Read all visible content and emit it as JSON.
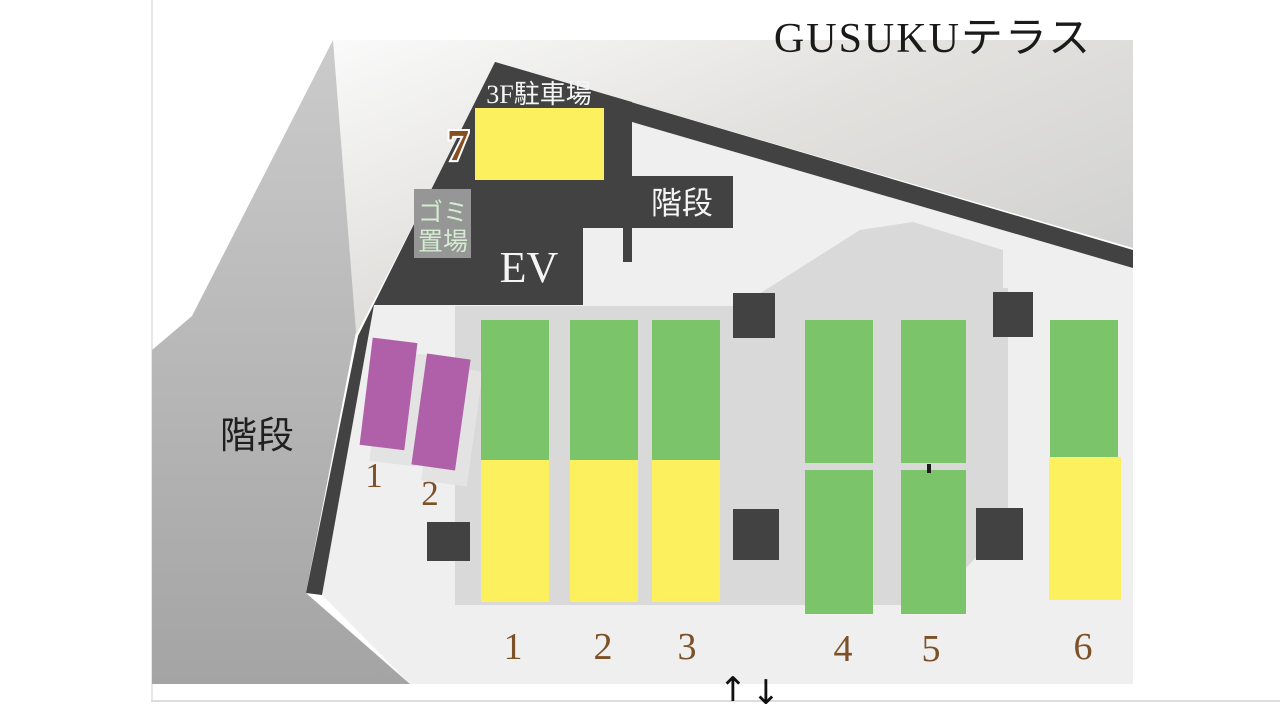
{
  "title": "GUSUKUテラス",
  "map": {
    "parking_3f_label": "3F駐車場",
    "space_7_label": "7",
    "garbage_line1": "ゴミ",
    "garbage_line2": "置場",
    "elevator_label": "EV",
    "stairs_top_label": "階段",
    "stairs_left_label": "階段",
    "purple_space_labels": [
      "1",
      "2"
    ],
    "bottom_space_labels": [
      "1",
      "2",
      "3",
      "4",
      "5",
      "6"
    ],
    "arrow_up": "↑",
    "arrow_down": "↓"
  },
  "colors": {
    "building_dark": "#424242",
    "slope_gray": "#b0b0b0",
    "floor_light": "#efefef",
    "floor_mid": "#d9d9d9",
    "space_green": "#7cc46a",
    "space_yellow": "#fdf05e",
    "space_purple": "#b05fa9",
    "stall_shadow": "#e3e3e3",
    "garbage_box": "#969696",
    "garbage_text": "#d4ecd0",
    "label_brown": "#7d5128"
  }
}
